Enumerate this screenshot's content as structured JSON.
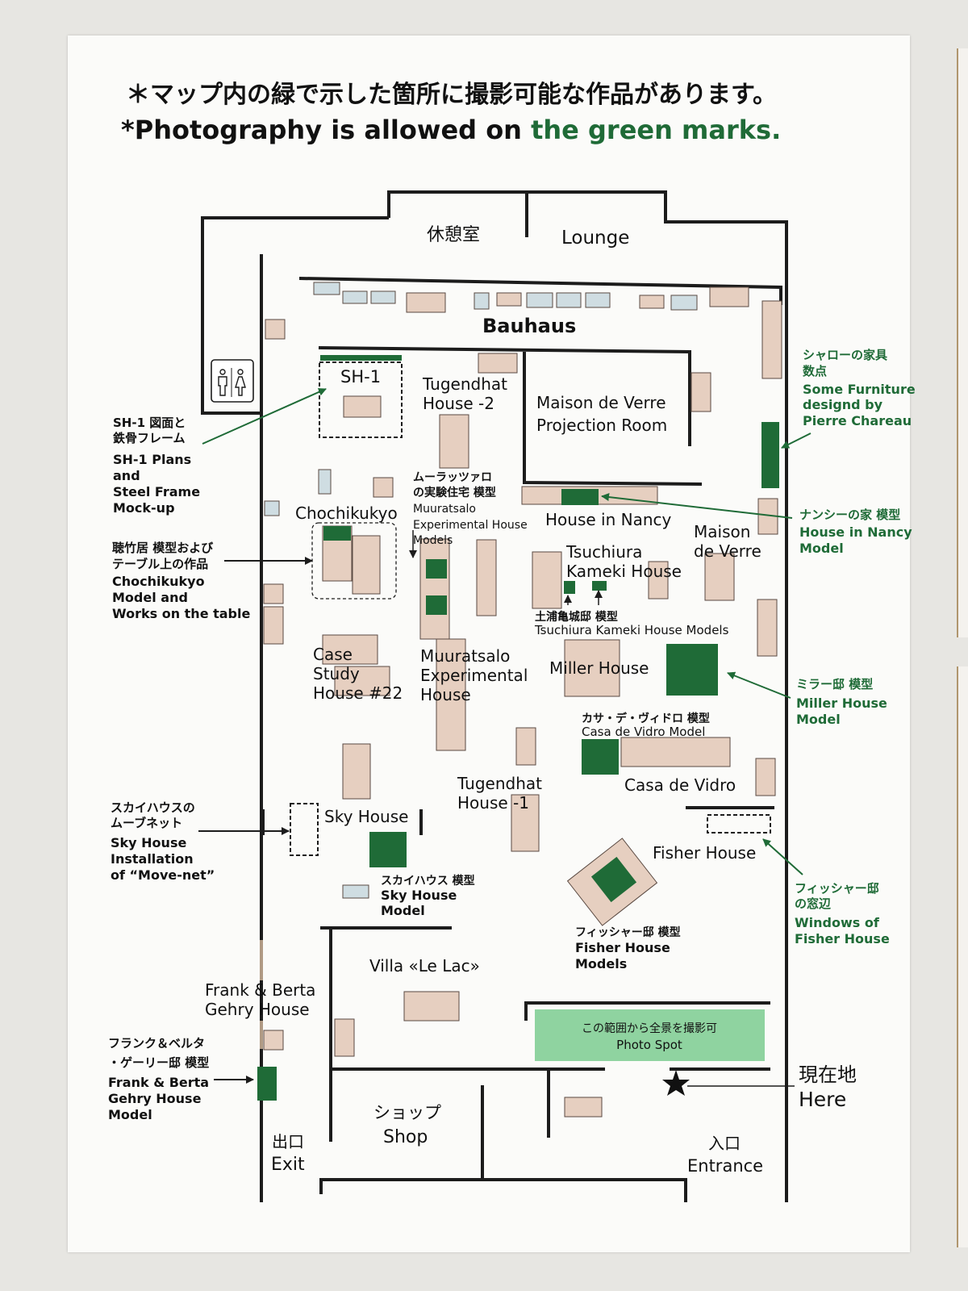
{
  "header": {
    "jp": "＊マップ内の緑で示した箇所に撮影可能な作品があります。",
    "en_prefix": "*Photography is allowed on ",
    "en_green": "the green marks."
  },
  "rooms": {
    "rest_jp": "休憩室",
    "lounge": "Lounge",
    "bauhaus": "Bauhaus",
    "sh1": "SH-1",
    "tugendhat2": [
      "Tugendhat",
      "House -2"
    ],
    "maison_verre_projection": [
      "Maison de Verre",
      "Projection Room"
    ],
    "chochikukyo": "Chochikukyo",
    "house_nancy": "House in Nancy",
    "maison_verre": [
      "Maison",
      "de Verre"
    ],
    "tsuchiura": [
      "Tsuchiura",
      "Kameki House"
    ],
    "case_study": [
      "Case",
      "Study",
      "House #22"
    ],
    "muuratsalo": [
      "Muuratsalo",
      "Experimental",
      "House"
    ],
    "miller": "Miller House",
    "casa_vidro": "Casa de Vidro",
    "tugendhat1": [
      "Tugendhat",
      "House -1"
    ],
    "sky_house": "Sky House",
    "fisher": "Fisher House",
    "villa_lac": "Villa «Le Lac»",
    "gehry": [
      "Frank & Berta",
      "Gehry House"
    ],
    "shop": [
      "ショップ",
      "Shop"
    ],
    "exit": [
      "出口",
      "Exit"
    ],
    "entrance": [
      "入口",
      "Entrance"
    ],
    "here": [
      "現在地",
      "Here"
    ],
    "photo_spot": [
      "この範囲から全景を撮影可",
      "Photo Spot"
    ]
  },
  "labels": {
    "sh1_plans": [
      "SH-1 図面と",
      "鉄骨フレーム",
      "SH-1 Plans",
      "and",
      "Steel Frame",
      "Mock-up"
    ],
    "chochikukyo_model": [
      "聴竹居 模型および",
      "テーブル上の作品",
      "Chochikukyo",
      "Model and",
      "Works on the table"
    ],
    "muuratsalo_model": [
      "ムーラッツァロ",
      "の実験住宅 模型",
      "Muuratsalo",
      "Experimental House",
      "Models"
    ],
    "tsuchiura_models": [
      "土浦亀城邸 模型",
      "Tsuchiura Kameki House Models"
    ],
    "casa_vidro_model": [
      "カサ・デ・ヴィドロ 模型",
      "Casa de Vidro Model"
    ],
    "sky_movenet": [
      "スカイハウスの",
      "ムーブネット",
      "Sky House",
      "Installation",
      "of “Move-net”"
    ],
    "sky_model": [
      "スカイハウス 模型",
      "Sky House",
      "Model"
    ],
    "fisher_models": [
      "フィッシャー邸 模型",
      "Fisher House",
      "Models"
    ],
    "gehry_model": [
      "フランク＆ベルタ",
      "・ゲーリー邸 模型",
      "Frank & Berta",
      "Gehry House",
      "Model"
    ],
    "chareau": [
      "シャローの家具",
      "数点",
      "Some Furniture",
      "designd by",
      "Pierre Chareau"
    ],
    "nancy_model": [
      "ナンシーの家 模型",
      "House in Nancy",
      "Model"
    ],
    "miller_model": [
      "ミラー邸 模型",
      "Miller House",
      "Model"
    ],
    "fisher_windows": [
      "フィッシャー邸",
      "の窓辺",
      "Windows of",
      "Fisher House"
    ]
  },
  "colors": {
    "green": "#1f6b37",
    "exhibit_tan": "#e6cfc0",
    "exhibit_blue": "#cfdde2",
    "photo_spot": "#8fd3a0",
    "wall": "#1c1c1c"
  },
  "icons": {
    "restroom": "restroom-icon",
    "here": "star-icon"
  }
}
